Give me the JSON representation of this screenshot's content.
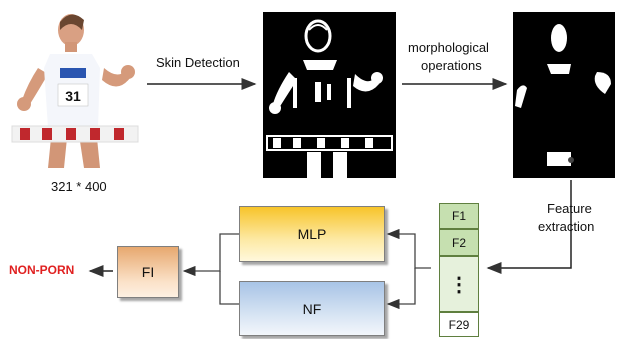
{
  "labels": {
    "skin_detection": "Skin Detection",
    "morph_line1": "morphological",
    "morph_line2": "operations",
    "image_size": "321 * 400",
    "feature_line1": "Feature",
    "feature_line2": "extraction",
    "mlp": "MLP",
    "nf": "NF",
    "fi": "FI",
    "result": "NON-PORN"
  },
  "features": {
    "first": "F1",
    "second": "F2",
    "ellipsis": "⋮",
    "last": "F29"
  },
  "colors": {
    "mlp": "#f7c42a",
    "nf": "#a8c4e6",
    "fi": "#e7a86f",
    "features": "#c6e0b0",
    "result": "#e02020"
  }
}
